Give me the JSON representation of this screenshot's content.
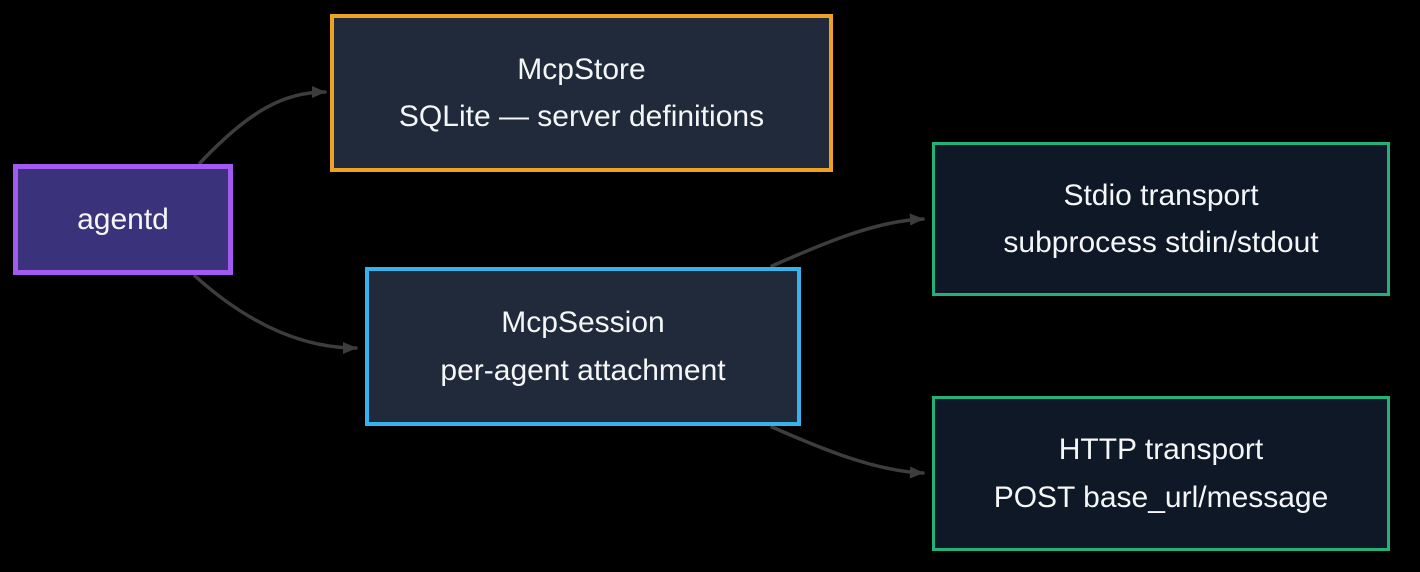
{
  "diagram": {
    "type": "flowchart",
    "background_color": "#000000",
    "edge_color": "#3d3d3d",
    "text_color": "#f4f6f7",
    "nodes": [
      {
        "id": "agentd",
        "lines": [
          "agentd"
        ],
        "border_color": "#a35af0",
        "fill_color": "#3a337b"
      },
      {
        "id": "mcpstore",
        "lines": [
          "McpStore",
          "SQLite — server definitions"
        ],
        "border_color": "#efa126",
        "fill_color": "#202a3a"
      },
      {
        "id": "mcpsession",
        "lines": [
          "McpSession",
          "per-agent attachment"
        ],
        "border_color": "#38b2ec",
        "fill_color": "#202a3a"
      },
      {
        "id": "stdio",
        "lines": [
          "Stdio transport",
          "subprocess stdin/stdout"
        ],
        "border_color": "#23b179",
        "fill_color": "#0f1827"
      },
      {
        "id": "http",
        "lines": [
          "HTTP transport",
          "POST base_url/message"
        ],
        "border_color": "#23b179",
        "fill_color": "#0f1827"
      }
    ],
    "edges": [
      {
        "from": "agentd",
        "to": "mcpstore"
      },
      {
        "from": "agentd",
        "to": "mcpsession"
      },
      {
        "from": "mcpsession",
        "to": "stdio"
      },
      {
        "from": "mcpsession",
        "to": "http"
      }
    ]
  }
}
